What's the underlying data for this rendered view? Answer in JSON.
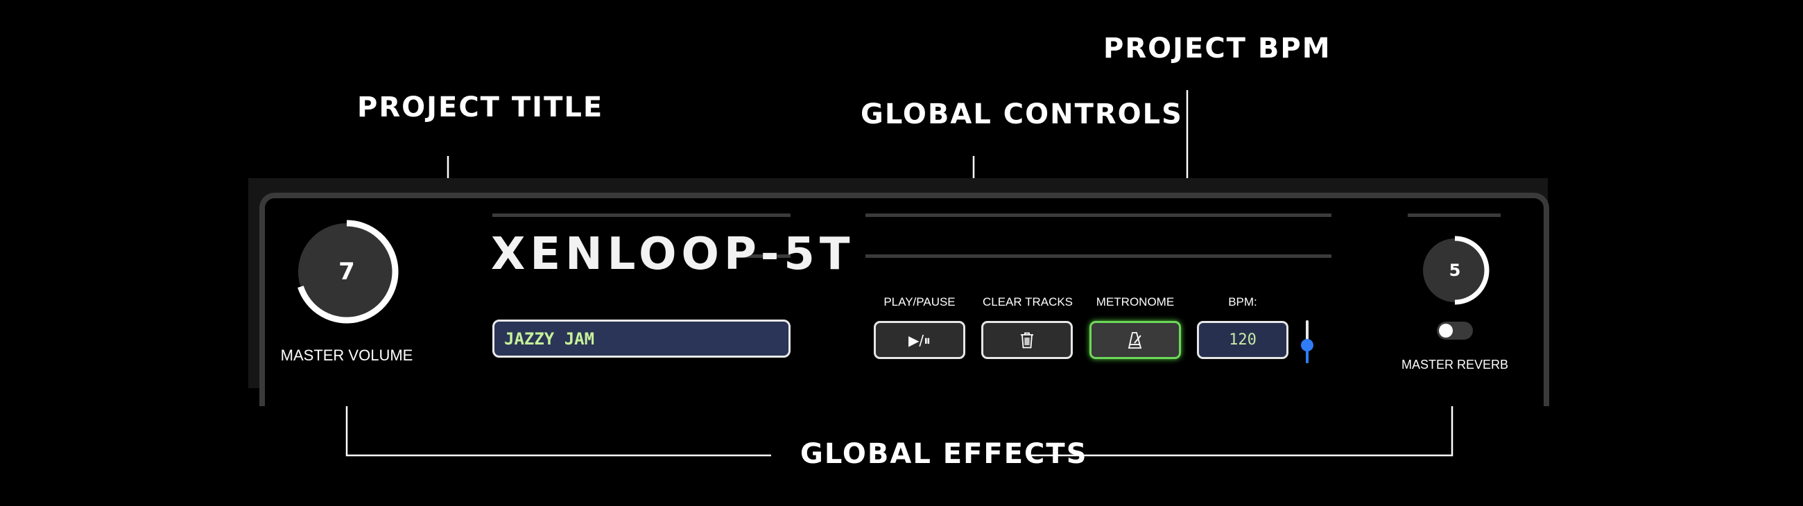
{
  "callouts": {
    "project_title": "PROJECT TITLE",
    "global_controls": "GLOBAL CONTROLS",
    "project_bpm": "PROJECT BPM",
    "global_effects": "GLOBAL EFFECTS"
  },
  "device": {
    "brand": "XENLOOP-5T",
    "project_title": "JAZZY JAM"
  },
  "master_volume": {
    "value": "7",
    "label": "MASTER VOLUME",
    "level": 0.7
  },
  "master_reverb": {
    "value": "5",
    "label": "MASTER REVERB",
    "level": 0.5,
    "toggle_on": false
  },
  "controls": {
    "play_pause_label": "PLAY/PAUSE",
    "play_pause_icon": "▶/⏸",
    "clear_tracks_label": "CLEAR TRACKS",
    "clear_tracks_icon": "trash-icon",
    "metronome_label": "METRONOME",
    "metronome_icon": "metronome-icon",
    "metronome_active": true,
    "bpm_label": "BPM:",
    "bpm_value": "120"
  },
  "colors": {
    "accent_green": "#6ed75a",
    "field_navy": "#2b3557",
    "field_text": "#c7f19a",
    "slider_blue": "#2f7cf6"
  }
}
